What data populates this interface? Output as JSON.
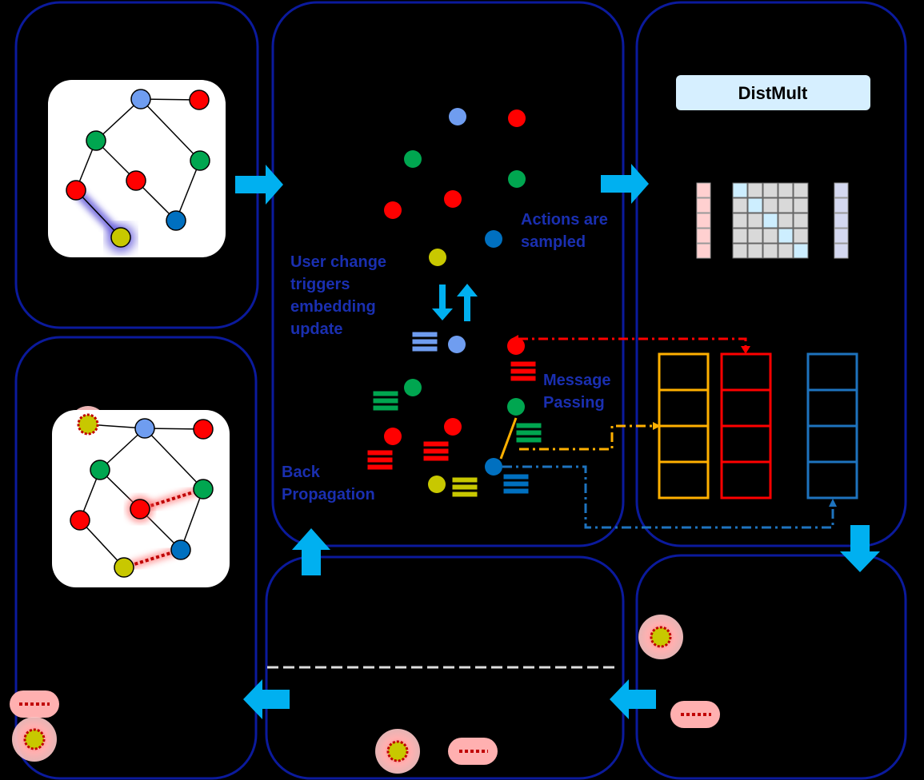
{
  "distmult_label": "DistMult",
  "user_change_text": [
    "User change",
    "triggers",
    "embedding",
    "update"
  ],
  "actions_text": [
    "Actions are",
    "sampled"
  ],
  "message_passing_text": [
    "Message",
    "Passing"
  ],
  "back_propagation_text": [
    "Back",
    "Propagation"
  ],
  "colors": {
    "background": "#000000",
    "panel_border": "#0b1a9c",
    "arrow": "#00b0f0",
    "annotation_text": "#1a2fb0",
    "node_blue_light": "#6f9df0",
    "node_red": "#ff0000",
    "node_green": "#00a650",
    "node_dark_blue": "#0070c0",
    "node_yellow": "#c8c800",
    "vector_orange": "#ffb000",
    "vector_red": "#ff0000",
    "vector_blue": "#1e73be",
    "distmult_box": "#d6efff"
  },
  "icons": [
    "right-arrow-icon",
    "down-arrow-icon",
    "up-arrow-icon",
    "left-arrow-icon",
    "highlighted-node-icon",
    "dotted-edge-icon"
  ]
}
